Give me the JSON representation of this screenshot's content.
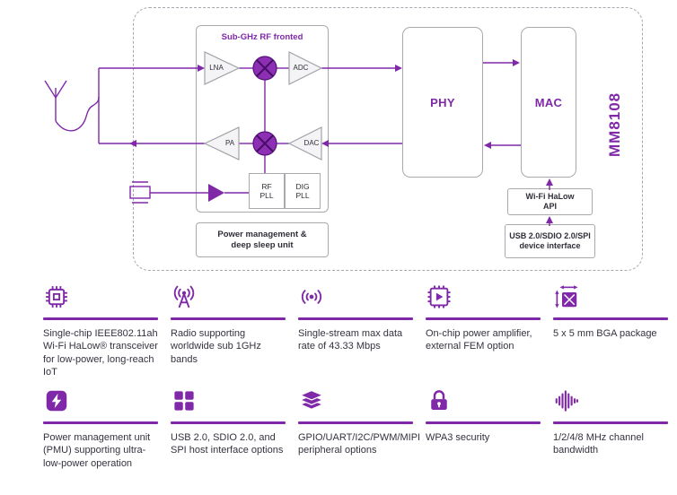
{
  "accent_color": "#7f28a8",
  "diagram": {
    "chip_name": "MM8108",
    "rf_frontend_title": "Sub-GHz RF fronted",
    "blocks": {
      "lna": "LNA",
      "adc": "ADC",
      "pa": "PA",
      "dac": "DAC",
      "rf_pll": "RF PLL",
      "dig_pll": "DIG PLL",
      "power_mgmt": "Power management & deep sleep unit",
      "phy": "PHY",
      "mac": "MAC",
      "halow_api": "Wi-Fi HaLow API",
      "device_interface": "USB 2.0/SDIO 2.0/SPI device interface"
    }
  },
  "features": [
    {
      "icon": "chip-icon",
      "text": "Single-chip IEEE802.11ah Wi-Fi HaLow® transceiver for low-power, long-reach IoT"
    },
    {
      "icon": "radio-tower-icon",
      "text": "Radio supporting worldwide sub 1GHz bands"
    },
    {
      "icon": "broadcast-icon",
      "text": "Single-stream max data rate of 43.33 Mbps"
    },
    {
      "icon": "amplifier-chip-icon",
      "text": "On-chip power amplifier, external FEM option"
    },
    {
      "icon": "package-size-icon",
      "text": "5 x 5 mm BGA package"
    },
    {
      "icon": "power-icon",
      "text": "Power management unit (PMU) supporting ultra-low-power operation"
    },
    {
      "icon": "usb-blocks-icon",
      "text": "USB 2.0, SDIO 2.0, and SPI host interface options"
    },
    {
      "icon": "layers-icon",
      "text": "GPIO/UART/I2C/PWM/MIPI peripheral options"
    },
    {
      "icon": "lock-icon",
      "text": "WPA3 security"
    },
    {
      "icon": "waveform-icon",
      "text": "1/2/4/8 MHz channel bandwidth"
    }
  ]
}
